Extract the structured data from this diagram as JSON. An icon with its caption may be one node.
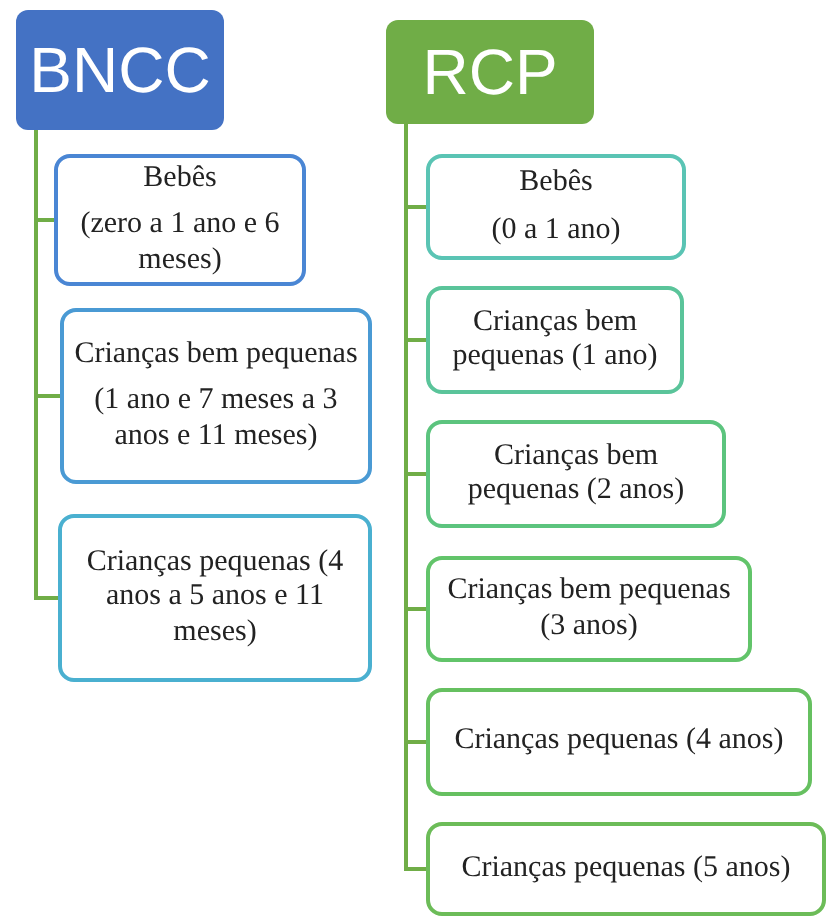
{
  "diagram": {
    "nodes": [
      {
        "text": [
          "BNCC"
        ]
      },
      {
        "text": [
          "Bebês",
          "(zero a 1 ano e 6 meses)"
        ]
      },
      {
        "text": [
          "Crianças bem pequenas",
          "(1 ano e 7 meses a 3 anos e 11 meses)"
        ]
      },
      {
        "text": [
          "Crianças pequenas (4 anos a 5 anos e 11 meses)"
        ]
      },
      {
        "text": [
          "RCP"
        ]
      },
      {
        "text": [
          "Bebês",
          "(0 a 1 ano)"
        ]
      },
      {
        "text": [
          "Crianças bem pequenas (1 ano)"
        ]
      },
      {
        "text": [
          "Crianças bem pequenas (2 anos)"
        ]
      },
      {
        "text": [
          "Crianças bem pequenas (3 anos)"
        ]
      },
      {
        "text": [
          "Crianças pequenas (4 anos)"
        ]
      },
      {
        "text": [
          "Crianças pequenas (5 anos)"
        ]
      }
    ],
    "edges": [
      {
        "from": 0,
        "to": 1,
        "arrow": "none"
      },
      {
        "from": 0,
        "to": 2,
        "arrow": "none"
      },
      {
        "from": 0,
        "to": 3,
        "arrow": "none"
      },
      {
        "from": 4,
        "to": 5,
        "arrow": "none"
      },
      {
        "from": 4,
        "to": 6,
        "arrow": "none"
      },
      {
        "from": 4,
        "to": 7,
        "arrow": "none"
      },
      {
        "from": 4,
        "to": 8,
        "arrow": "none"
      },
      {
        "from": 4,
        "to": 9,
        "arrow": "none"
      },
      {
        "from": 4,
        "to": 10,
        "arrow": "none"
      }
    ]
  }
}
